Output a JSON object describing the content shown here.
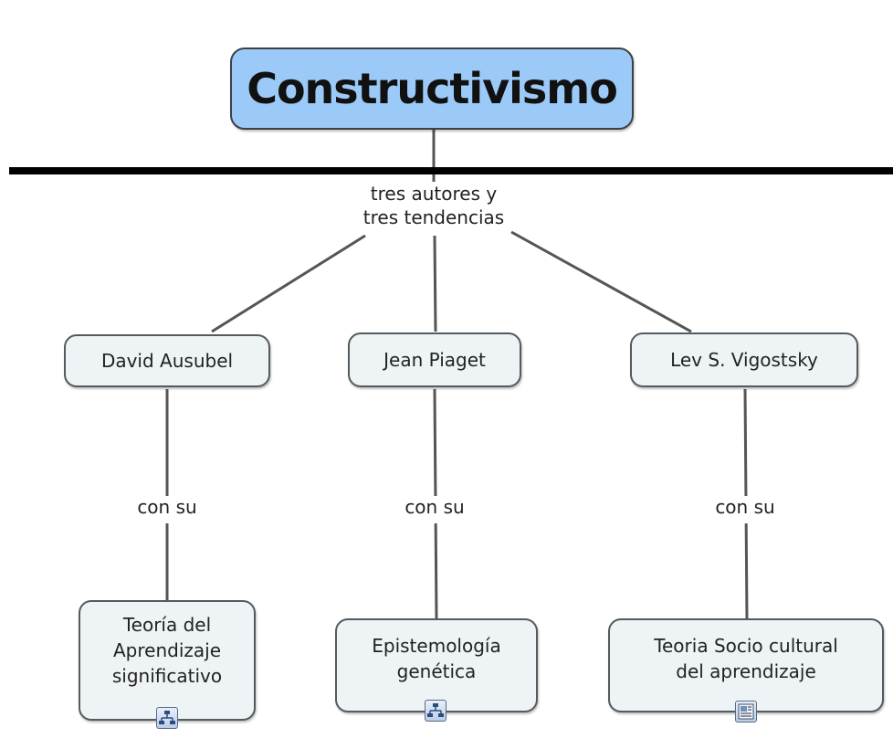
{
  "root": {
    "label": "Constructivismo"
  },
  "divider_label": {
    "line1": "tres autores y",
    "line2": "tres tendencias"
  },
  "authors": [
    {
      "label": "David Ausubel",
      "link": "con su",
      "work": [
        "Teoría del",
        "Aprendizaje",
        "significativo"
      ],
      "resource_icon": "concept-map-icon"
    },
    {
      "label": "Jean Piaget",
      "link": "con su",
      "work": [
        "Epistemología",
        "genética"
      ],
      "resource_icon": "concept-map-icon"
    },
    {
      "label": "Lev S. Vigostsky",
      "link": "con su",
      "work": [
        "Teoria Socio cultural",
        "del aprendizaje"
      ],
      "resource_icon": "document-image-icon"
    }
  ],
  "colors": {
    "root_fill": "#9ccaf8",
    "node_fill": "#eef3f6",
    "line": "#555555",
    "divider": "#000000"
  }
}
